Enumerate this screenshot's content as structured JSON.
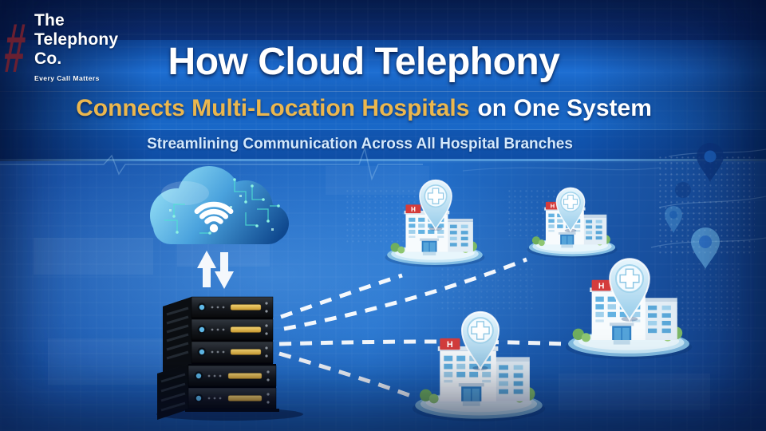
{
  "brand": {
    "hash": "#",
    "line1": "The",
    "line2": "Telephony",
    "line3": "Co.",
    "tagline": "Every Call Matters"
  },
  "header": {
    "title": "How Cloud Telephony",
    "subtitle_highlight": "Connects Multi-Location Hospitals",
    "subtitle_rest": "on One System",
    "tagline": "Streamlining Communication Across All Hospital Branches"
  },
  "diagram": {
    "hospital_sign": "H"
  },
  "colors": {
    "background_blue": "#1b5fc0",
    "header_band_blue": "#1d6ed2",
    "accent_gold": "#ebb74e",
    "brand_hash_red": "#6f2030",
    "hospital_sign_red": "#d43c3c",
    "circuit_cyan": "#4fe3d2",
    "connector_white": "#ffffff",
    "server_body_black": "#14171b",
    "server_stripe_gold": "#d9a93f",
    "pin_light_blue": "#bfe3f5"
  }
}
